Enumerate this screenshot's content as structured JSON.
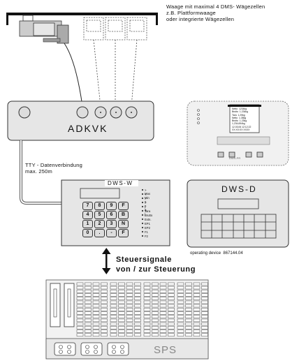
{
  "labels": {
    "scale_note_line1": "Waage mit maximal 4 DMS- Wägezellen",
    "scale_note_line2": "z.B. Plattformwaage",
    "scale_note_line3": "oder integrierte Wägezellen",
    "adkvk": "ADKVK",
    "tty_line1": "TTY - Datenverbindung",
    "tty_line2": "max. 250m",
    "dws_w": "DWS-W",
    "dws_d": "DWS-D",
    "operating_device": "operating device  867144.04",
    "signals_line1": "Steuersignale",
    "signals_line2": "von / zur Steuerung",
    "sps": "SPS"
  },
  "keypad": [
    "7",
    "8",
    "9",
    "F",
    "4",
    "5",
    "6",
    "B",
    "1",
    "2",
    "3",
    "N",
    "0",
    ".",
    "-",
    "F"
  ],
  "indicators": [
    "> Max",
    "< Min",
    "> 0",
    "> 0 +",
    "| 0 |",
    "Tara",
    "Brutto",
    "Extn.",
    "EP1",
    "EP2",
    "F1",
    "F2"
  ],
  "preview_screen_lines": [
    "Netto  1234kg",
    "Brutto  1.234kg",
    "Tara  1.25kg",
    "Netto  1.35kg",
    "Brutto  1.23kg",
    "1,234,654kg",
    "12.03.06 12:12:22",
    "XX:XX:XX XXXX"
  ],
  "preview_panel_label": "DWS-PR"
}
